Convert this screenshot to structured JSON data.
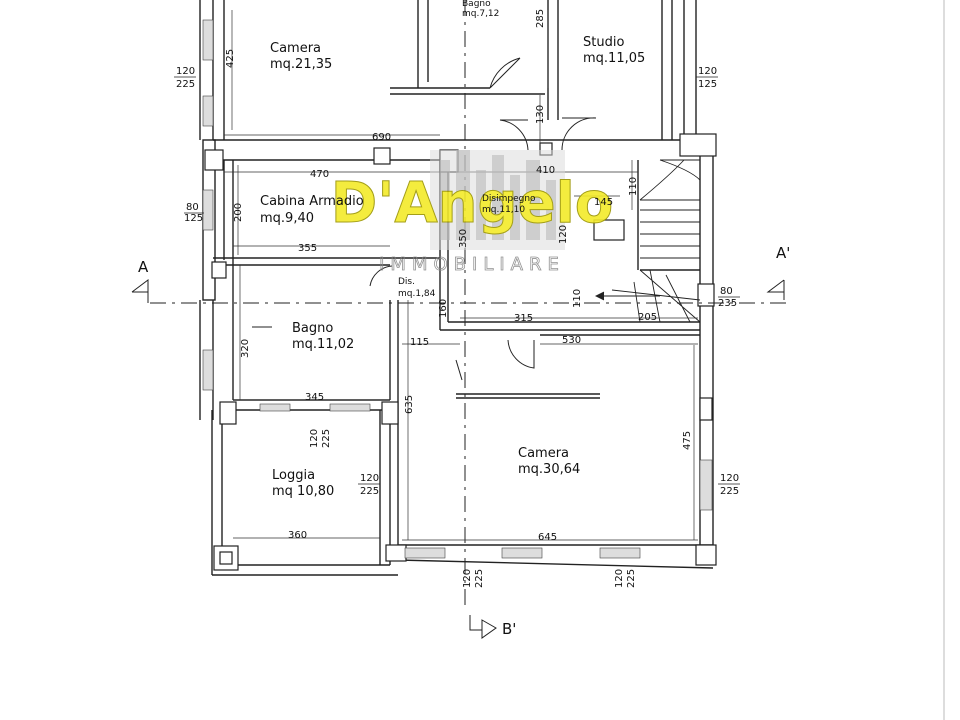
{
  "rooms": {
    "camera1_name": "Camera",
    "camera1_area": "mq.21,35",
    "bagno_top_name": "Bagno",
    "bagno_top_area": "mq.7,12",
    "studio_name": "Studio",
    "studio_area": "mq.11,05",
    "cabina_name": "Cabina Armadio",
    "cabina_area": "mq.9,40",
    "disimpegno_name": "Disimpegno",
    "disimpegno_area": "mq.11,10",
    "dis_name": "Dis.",
    "dis_area": "mq.1,84",
    "bagno_name": "Bagno",
    "bagno_area": "mq.11,02",
    "loggia_name": "Loggia",
    "loggia_area": "mq 10,80",
    "camera2_name": "Camera",
    "camera2_area": "mq.30,64"
  },
  "dims": {
    "d425": "425",
    "d285": "285",
    "d130": "130",
    "d690": "690",
    "d470": "470",
    "d410": "410",
    "d110a": "110",
    "d145": "145",
    "d200": "200",
    "d355": "355",
    "d350": "350",
    "d120in": "120",
    "d160": "160",
    "d110b": "110",
    "d315": "315",
    "d205": "205",
    "d320": "320",
    "d115": "115",
    "d530": "530",
    "d345": "345",
    "d635": "635",
    "d475": "475",
    "d360": "360",
    "d645": "645"
  },
  "windows": {
    "w1_top": "120",
    "w1_bot": "225",
    "w2_top": "120",
    "w2_bot": "125",
    "w3_top": "80",
    "w3_bot": "125",
    "w4_top": "80",
    "w4_bot": "235",
    "w5_top": "120",
    "w5_bot": "225",
    "w6_top": "120",
    "w6_bot": "225",
    "w7_top": "120",
    "w7_bot": "225",
    "w8_top": "120",
    "w8_bot": "225",
    "w9_top": "120",
    "w9_bot": "225"
  },
  "sections": {
    "a_left": "A",
    "a_right": "A'",
    "b": "B'"
  },
  "watermark": {
    "brand": "D'Angelo",
    "sub": "IMMOBILIARE"
  }
}
